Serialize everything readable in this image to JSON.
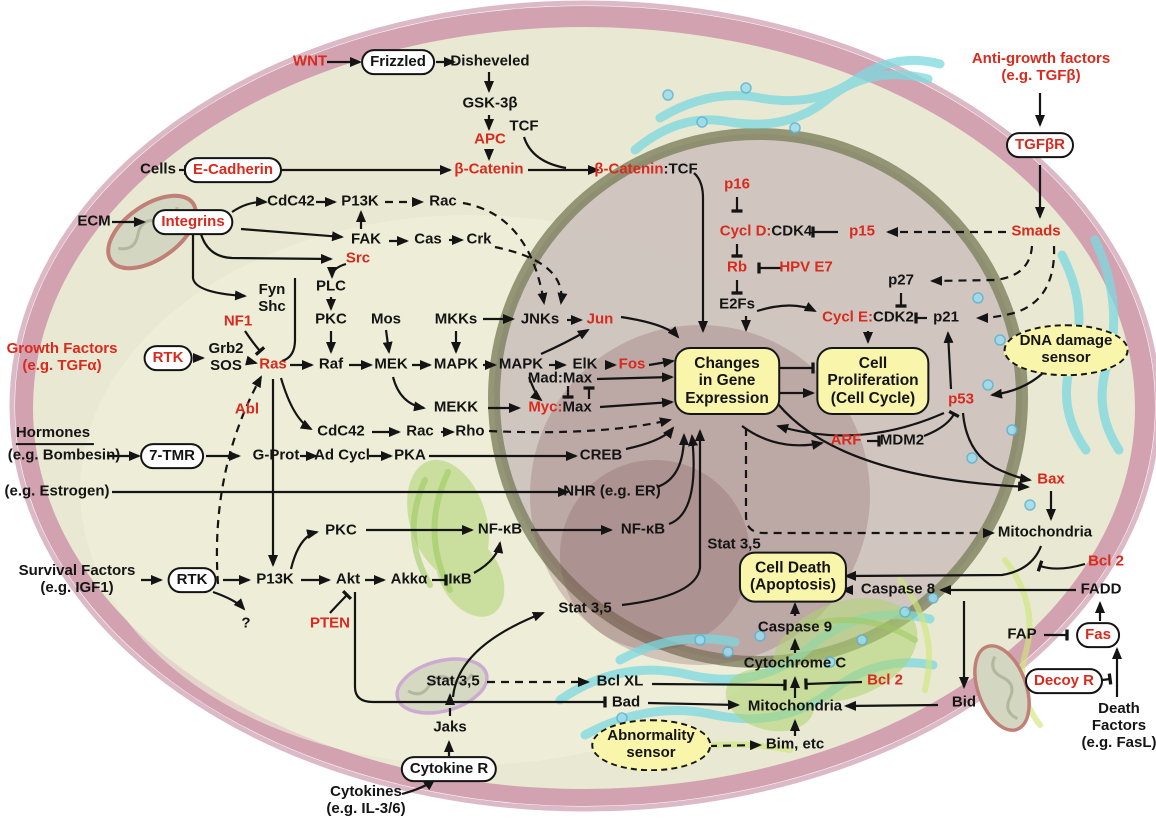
{
  "figure": {
    "description": "Integrated circuit of the cell: signal transduction pathways in cancer",
    "colors": {
      "emphasis_red": "#d92a1d",
      "text_black": "#141414",
      "box_yellow": "#f9f5ab",
      "membrane_pink": "#d2a2b0",
      "cytoplasm": "#e9e8d2"
    }
  },
  "nodes": {
    "wnt": "WNT",
    "frizzled": "Frizzled",
    "disheveled": "Disheveled",
    "gsk3b": "GSK-3β",
    "apc": "APC",
    "tcf": "TCF",
    "b_catenin": "β-Catenin",
    "b_catenin_tcf": {
      "red": "β-Catenin",
      "black": ":TCF"
    },
    "cells": "Cells",
    "e_cadherin": "E-Cadherin",
    "ecm": "ECM",
    "integrins": "Integrins",
    "cdc42_top": "CdC42",
    "p13k_top": "P13K",
    "rac_top": "Rac",
    "fak": "FAK",
    "cas": "Cas",
    "crk": "Crk",
    "src": "Src",
    "fyn_shc": "Fyn\nShc",
    "plc": "PLC",
    "pkc_top": "PKC",
    "nf1": "NF1",
    "mos": "Mos",
    "mkks": "MKKs",
    "jnks": "JNKs",
    "jun": "Jun",
    "growth_factors": "Growth Factors\n(e.g. TGFα)",
    "rtk_top": "RTK",
    "grb2_sos": "Grb2\nSOS",
    "ras": "Ras",
    "raf": "Raf",
    "mek": "MEK",
    "mapk_1": "MAPK",
    "mapk_2": "MAPK",
    "elk": "ElK",
    "fos": "Fos",
    "mad_max": "Mad:Max",
    "myc_max": {
      "red": "Myc:",
      "black": "Max"
    },
    "mekk": "MEKK",
    "abl": "Abl",
    "cdc42_mid": "CdC42",
    "rac_mid": "Rac",
    "rho": "Rho",
    "hormones": "Hormones",
    "bombesin": "(e.g. Bombesin)",
    "tmr7": "7-TMR",
    "g_prot": "G-Prot",
    "ad_cycl": "Ad Cycl",
    "pka": "PKA",
    "creb": "CREB",
    "estrogen": "(e.g. Estrogen)",
    "nhr": "NHR (e.g. ER)",
    "p16": "p16",
    "cycl_d": {
      "red": "Cycl D:",
      "black": "CDK4"
    },
    "p15": "p15",
    "smads": "Smads",
    "rb": "Rb",
    "hpv_e7": "HPV E7",
    "p27": "p27",
    "e2fs": "E2Fs",
    "cycl_e": {
      "red": "Cycl E:",
      "black": "CDK2"
    },
    "p21": "p21",
    "changes_box": "Changes\nin Gene\nExpression",
    "prolif_box": "Cell\nProliferation\n(Cell Cycle)",
    "dna_sensor": "DNA damage\nsensor",
    "p53": "p53",
    "arf": "ARF",
    "mdm2": "MDM2",
    "anti_growth": "Anti-growth factors\n(e.g. TGFβ)",
    "tgfbr": "TGFβR",
    "bax": "Bax",
    "mito_right": "Mitochondria",
    "bcl2_right": "Bcl 2",
    "casp8": "Caspase 8",
    "fadd": "FADD",
    "fap": "FAP",
    "fas": "Fas",
    "decoy_r": "Decoy R",
    "death_factors": "Death\nFactors\n(e.g. FasL)",
    "cell_death_box": "Cell Death\n(Apoptosis)",
    "casp9": "Caspase 9",
    "cyt_c": "Cytochrome C",
    "bcl_xl": "Bcl XL",
    "bcl2_bottom": "Bcl 2",
    "bid": "Bid",
    "mito_bottom": "Mitochondria",
    "bim": "Bim, etc",
    "abn_sensor": "Abnormality\nsensor",
    "bad": "Bad",
    "stat_nuc": "Stat 3,5",
    "stat_mid": "Stat 3,5",
    "stat_bottom": "Stat 3,5",
    "jaks": "Jaks",
    "cytokine_r": "Cytokine R",
    "cytokines": "Cytokines\n(e.g. IL-3/6)",
    "nfkb_cyto": "NF-κB",
    "nfkb_nuc": "NF-κB",
    "pkc_bottom": "PKC",
    "survival_factors": "Survival Factors\n(e.g. IGF1)",
    "rtk_bottom": "RTK",
    "p13k_bottom": "P13K",
    "akt": "Akt",
    "akka": "Akkα",
    "ikb": "IκB",
    "q_mark": "?",
    "pten": "PTEN"
  },
  "edge_format": "[from, to, type] — type: act=arrow, inh=T-bar, dashed=dashed arrow",
  "edges": [
    [
      "WNT",
      "Frizzled",
      "act"
    ],
    [
      "Frizzled",
      "Disheveled",
      "act"
    ],
    [
      "Disheveled",
      "GSK-3β",
      "act"
    ],
    [
      "GSK-3β",
      "APC",
      "act"
    ],
    [
      "APC",
      "β-Catenin",
      "act"
    ],
    [
      "Cells",
      "E-Cadherin",
      "act"
    ],
    [
      "E-Cadherin",
      "β-Catenin",
      "act"
    ],
    [
      "β-Catenin",
      "β-Catenin:TCF",
      "act"
    ],
    [
      "TCF",
      "β-Catenin:TCF",
      "act"
    ],
    [
      "β-Catenin:TCF",
      "Changes in Gene Expression",
      "act"
    ],
    [
      "ECM",
      "Integrins",
      "act"
    ],
    [
      "Integrins",
      "CdC42",
      "act"
    ],
    [
      "CdC42",
      "P13K",
      "act"
    ],
    [
      "P13K",
      "Rac",
      "dashed"
    ],
    [
      "Rac",
      "JNKs",
      "dashed"
    ],
    [
      "Integrins",
      "FAK",
      "act"
    ],
    [
      "FAK",
      "P13K",
      "act"
    ],
    [
      "Integrins",
      "Src",
      "act"
    ],
    [
      "Integrins",
      "Fyn/Shc",
      "act"
    ],
    [
      "Fyn/Shc",
      "Ras",
      "act"
    ],
    [
      "FAK",
      "Cas",
      "act"
    ],
    [
      "Cas",
      "Crk",
      "act"
    ],
    [
      "Crk",
      "JNKs",
      "dashed"
    ],
    [
      "Src",
      "PLC",
      "act"
    ],
    [
      "PLC",
      "PKC",
      "act"
    ],
    [
      "PKC",
      "Raf",
      "act"
    ],
    [
      "NF1",
      "Ras",
      "inh"
    ],
    [
      "Growth Factors (e.g. TGFα)",
      "RTK",
      "act"
    ],
    [
      "RTK",
      "Grb2/SOS",
      "act"
    ],
    [
      "Grb2/SOS",
      "Ras",
      "act"
    ],
    [
      "Abl",
      "Ras",
      "dashed"
    ],
    [
      "Ras",
      "Raf",
      "act"
    ],
    [
      "Raf",
      "MEK",
      "act"
    ],
    [
      "Mos",
      "MEK",
      "act"
    ],
    [
      "MEK",
      "MAPK",
      "act"
    ],
    [
      "MKKs",
      "MAPK",
      "act"
    ],
    [
      "MKKs",
      "JNKs",
      "act"
    ],
    [
      "JNKs",
      "Jun",
      "act"
    ],
    [
      "MAPK",
      "MAPK",
      "act"
    ],
    [
      "MAPK",
      "ElK",
      "act"
    ],
    [
      "MAPK",
      "Jun",
      "act"
    ],
    [
      "MAPK",
      "Myc:Max",
      "act"
    ],
    [
      "ElK",
      "Fos",
      "act"
    ],
    [
      "Fos",
      "Changes in Gene Expression",
      "act"
    ],
    [
      "Jun",
      "Changes in Gene Expression",
      "act"
    ],
    [
      "Mad:Max",
      "Changes in Gene Expression",
      "act"
    ],
    [
      "Mad:Max",
      "Myc:Max",
      "inh"
    ],
    [
      "Myc:Max",
      "Changes in Gene Expression",
      "act"
    ],
    [
      "MEK",
      "MEKK",
      "act"
    ],
    [
      "MEKK",
      "Myc:Max",
      "act"
    ],
    [
      "Ras",
      "CdC42",
      "act"
    ],
    [
      "CdC42",
      "Rac",
      "act"
    ],
    [
      "Rac",
      "Rho",
      "act"
    ],
    [
      "Rho",
      "Changes in Gene Expression",
      "dashed"
    ],
    [
      "Hormones (e.g. Bombesin)",
      "7-TMR",
      "act"
    ],
    [
      "7-TMR",
      "G-Prot",
      "act"
    ],
    [
      "G-Prot",
      "Ad Cycl",
      "act"
    ],
    [
      "Ad Cycl",
      "PKA",
      "act"
    ],
    [
      "PKA",
      "CREB",
      "act"
    ],
    [
      "CREB",
      "Changes in Gene Expression",
      "act"
    ],
    [
      "(e.g. Estrogen)",
      "NHR (e.g. ER)",
      "act"
    ],
    [
      "NHR (e.g. ER)",
      "Changes in Gene Expression",
      "act"
    ],
    [
      "Ras",
      "P13K",
      "act"
    ],
    [
      "Anti-growth factors (e.g. TGFβ)",
      "TGFβR",
      "act"
    ],
    [
      "TGFβR",
      "Smads",
      "act"
    ],
    [
      "Smads",
      "p15",
      "dashed"
    ],
    [
      "Smads",
      "p27",
      "dashed"
    ],
    [
      "Smads",
      "p21",
      "dashed"
    ],
    [
      "p16",
      "Cycl D:CDK4",
      "inh"
    ],
    [
      "p15",
      "Cycl D:CDK4",
      "inh"
    ],
    [
      "Cycl D:CDK4",
      "Rb",
      "inh"
    ],
    [
      "HPV E7",
      "Rb",
      "inh"
    ],
    [
      "Rb",
      "E2Fs",
      "inh"
    ],
    [
      "E2Fs",
      "Changes in Gene Expression",
      "act"
    ],
    [
      "E2Fs",
      "Cycl E:CDK2",
      "act"
    ],
    [
      "p27",
      "Cycl E:CDK2",
      "inh"
    ],
    [
      "p21",
      "Cycl E:CDK2",
      "inh"
    ],
    [
      "Cycl E:CDK2",
      "Cell Proliferation (Cell Cycle)",
      "act"
    ],
    [
      "Changes in Gene Expression",
      "Cell Proliferation (Cell Cycle)",
      "inh"
    ],
    [
      "Changes in Gene Expression",
      "Cell Proliferation (Cell Cycle)",
      "act"
    ],
    [
      "DNA damage sensor",
      "p53",
      "act"
    ],
    [
      "p53",
      "p21",
      "act"
    ],
    [
      "p53",
      "Bax",
      "act"
    ],
    [
      "p53",
      "Changes in Gene Expression",
      "act"
    ],
    [
      "Changes in Gene Expression",
      "ARF",
      "act"
    ],
    [
      "ARF",
      "MDM2",
      "inh"
    ],
    [
      "MDM2",
      "p53",
      "inh"
    ],
    [
      "Changes in Gene Expression",
      "Bax",
      "act"
    ],
    [
      "Bax",
      "Mitochondria",
      "act"
    ],
    [
      "Changes in Gene Expression",
      "Mitochondria",
      "dashed"
    ],
    [
      "Mitochondria",
      "Cell Death (Apoptosis)",
      "act"
    ],
    [
      "Bcl 2",
      "Mitochondria→Cell Death",
      "inh"
    ],
    [
      "FADD",
      "Caspase 8",
      "act"
    ],
    [
      "Caspase 8",
      "Cell Death (Apoptosis)",
      "act"
    ],
    [
      "Caspase 8",
      "Bid",
      "act"
    ],
    [
      "Bid",
      "Mitochondria",
      "act"
    ],
    [
      "Mitochondria",
      "Cytochrome C",
      "act"
    ],
    [
      "Bcl XL",
      "Cytochrome C",
      "inh"
    ],
    [
      "Bcl 2",
      "Cytochrome C",
      "inh"
    ],
    [
      "Cytochrome C",
      "Caspase 9",
      "act"
    ],
    [
      "Caspase 9",
      "Cell Death (Apoptosis)",
      "act"
    ],
    [
      "Bim, etc",
      "Mitochondria",
      "act"
    ],
    [
      "Abnormality sensor",
      "Bim, etc",
      "dashed"
    ],
    [
      "Bad",
      "Mitochondria",
      "act"
    ],
    [
      "Akt",
      "Bad",
      "inh"
    ],
    [
      "Stat 3,5",
      "Bcl XL",
      "dashed"
    ],
    [
      "Jaks",
      "Stat 3,5",
      "dashed"
    ],
    [
      "Cytokine R",
      "Jaks",
      "act"
    ],
    [
      "Cytokines (e.g. IL-3/6)",
      "Cytokine R",
      "act"
    ],
    [
      "Stat 3,5",
      "Changes in Gene Expression",
      "act"
    ],
    [
      "Death Factors (e.g. FasL)",
      "Fas",
      "act"
    ],
    [
      "Decoy R",
      "Death Factors→Fas",
      "inh"
    ],
    [
      "FAP",
      "Fas",
      "inh"
    ],
    [
      "Fas",
      "FADD",
      "act"
    ],
    [
      "Survival Factors (e.g. IGF1)",
      "RTK",
      "act"
    ],
    [
      "RTK",
      "P13K",
      "act"
    ],
    [
      "RTK",
      "?",
      "act"
    ],
    [
      "P13K",
      "Akt",
      "act"
    ],
    [
      "PTEN",
      "Akt",
      "inh"
    ],
    [
      "P13K",
      "PKC",
      "act"
    ],
    [
      "PKC",
      "NF-κB",
      "act"
    ],
    [
      "Akt",
      "Akkα",
      "act"
    ],
    [
      "Akkα",
      "IκB",
      "inh"
    ],
    [
      "IκB",
      "NF-κB",
      "act"
    ],
    [
      "NF-κB",
      "NF-κB (nuclear)",
      "act"
    ],
    [
      "NF-κB (nuclear)",
      "Changes in Gene Expression",
      "act"
    ]
  ]
}
